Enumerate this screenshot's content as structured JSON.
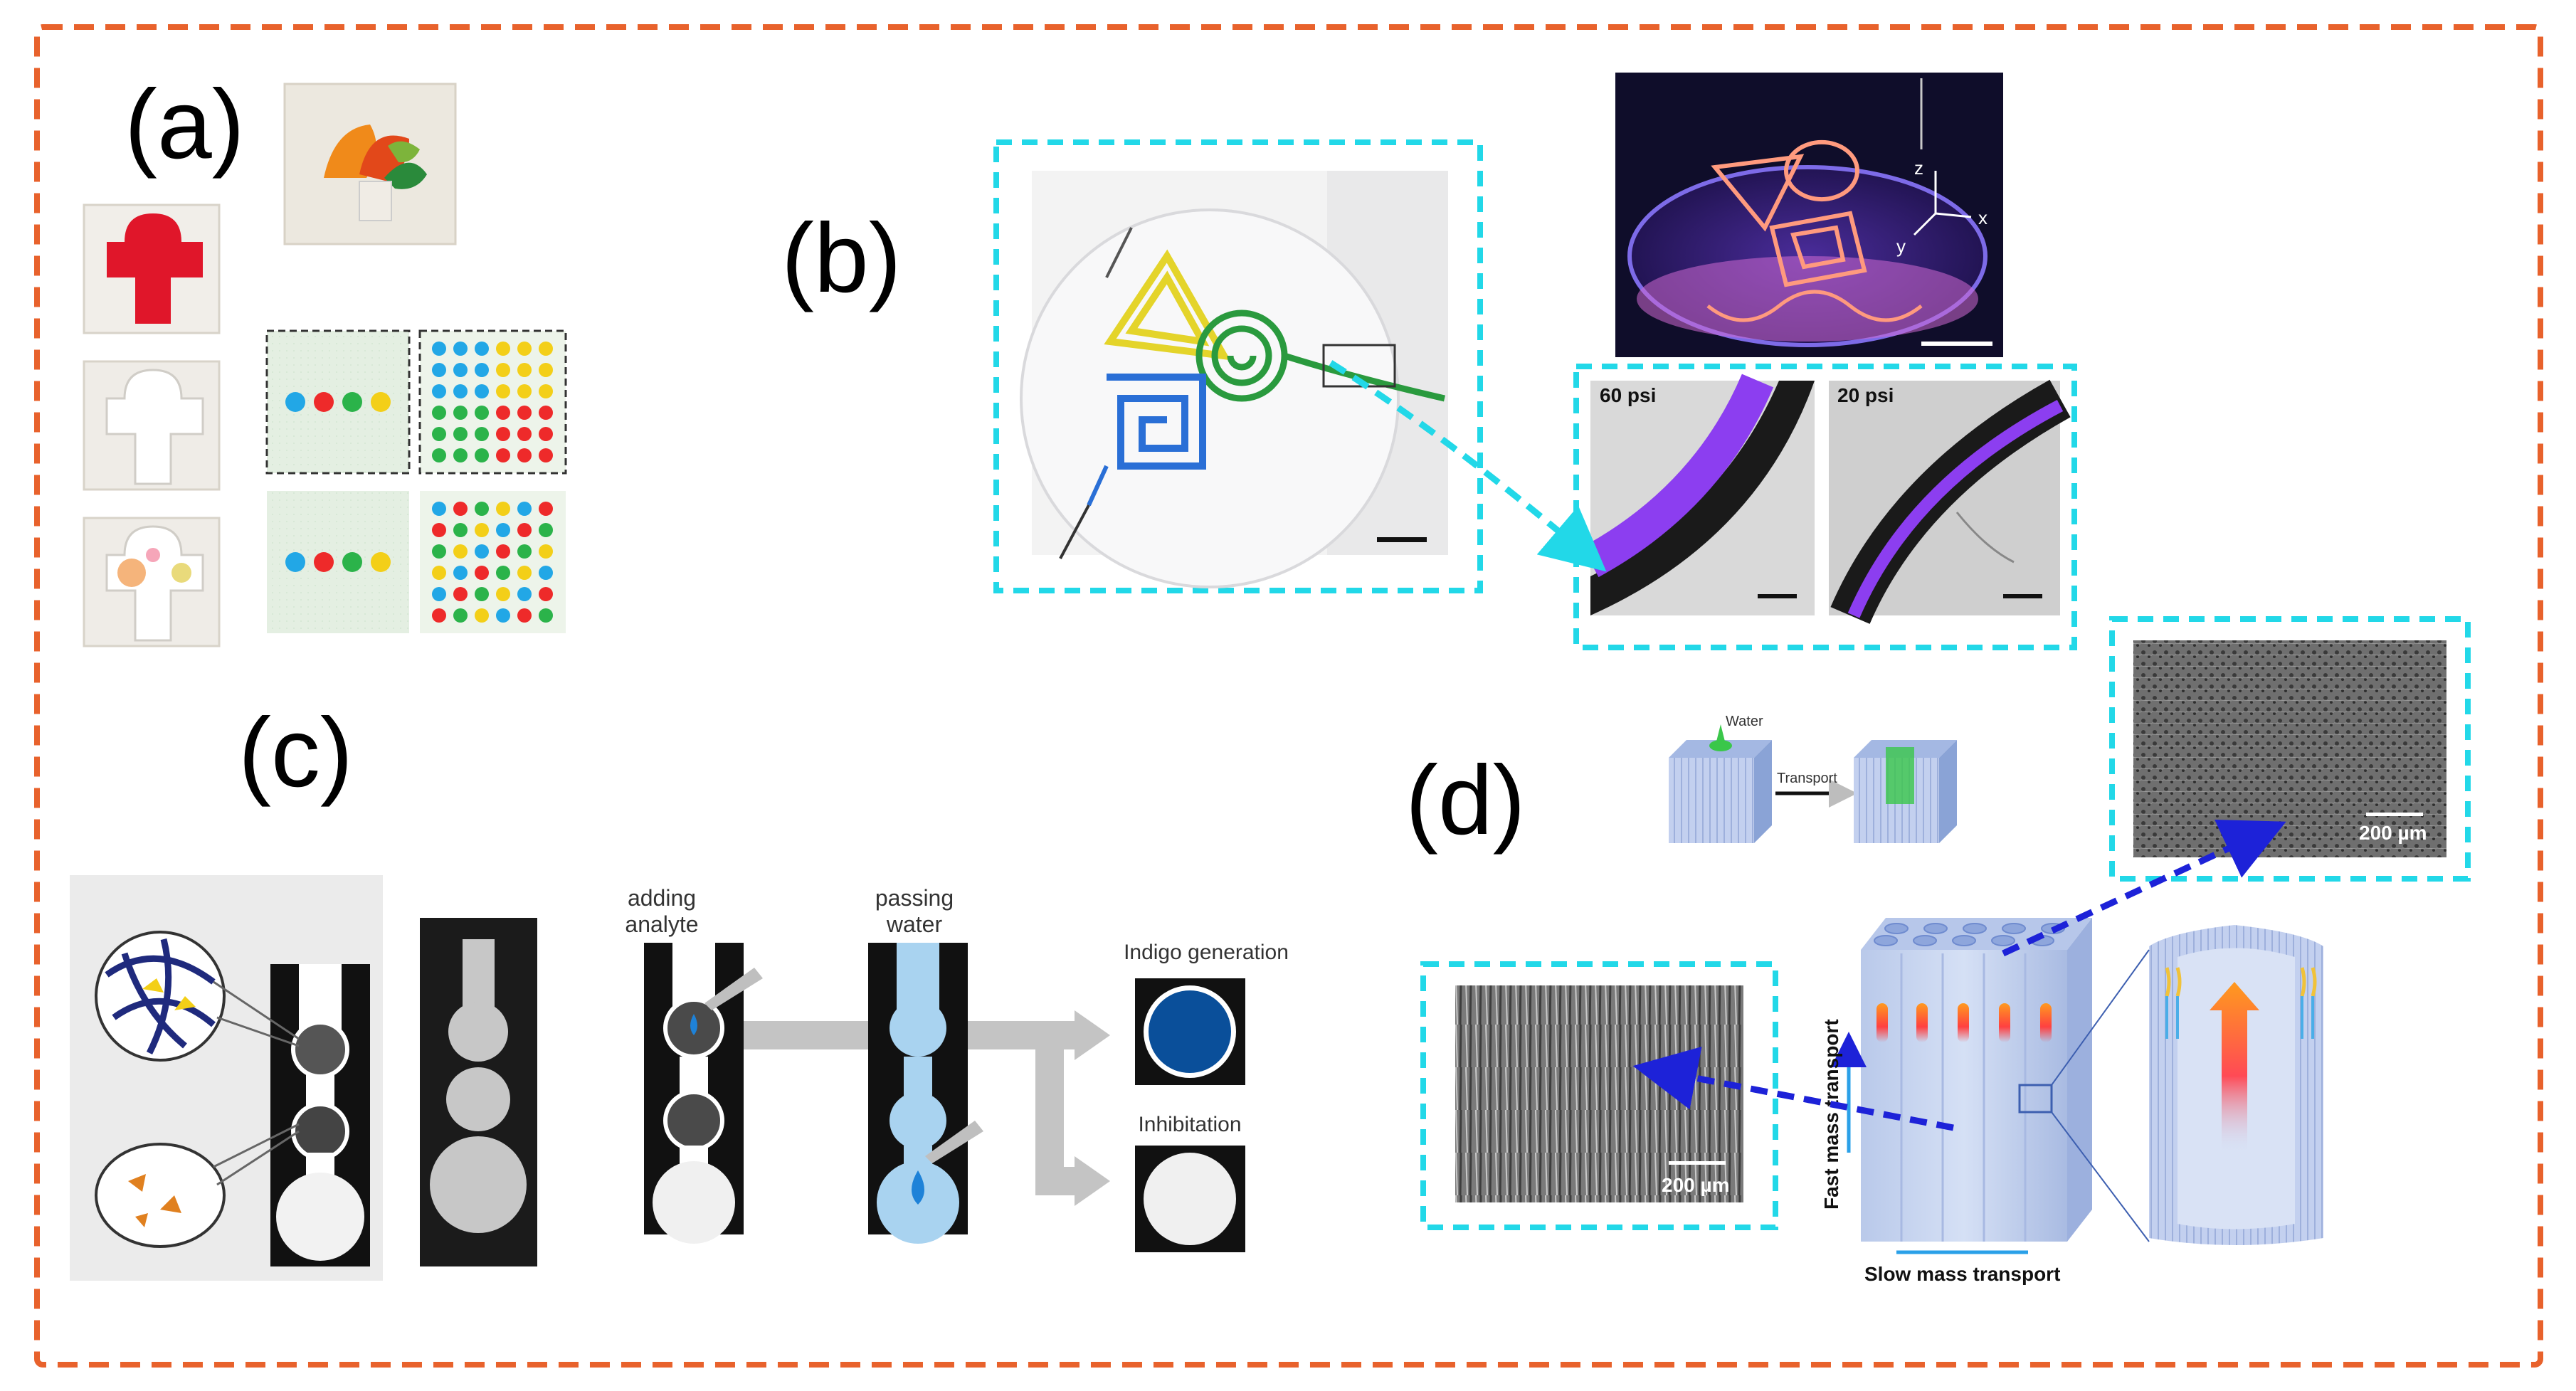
{
  "colors": {
    "outer_border": "#e8622c",
    "inset_border": "#22d8e8",
    "arrow_cyan": "#22d8e8",
    "arrow_blue": "#1d22d8"
  },
  "panels": {
    "a": {
      "label": "(a)"
    },
    "b": {
      "label": "(b)",
      "axes": {
        "z": "z",
        "x": "x",
        "y": "y"
      },
      "pressure_1": "60 psi",
      "pressure_2": "20 psi"
    },
    "c": {
      "label": "(c)",
      "step_1": [
        "adding",
        "analyte"
      ],
      "step_2": [
        "passing",
        "water"
      ],
      "outcome_1": "Indigo generation",
      "outcome_2": "Inhibitation"
    },
    "d": {
      "label": "(d)",
      "water": "Water",
      "transport": "Transport",
      "scale_1": "200 µm",
      "scale_2": "200 µm",
      "fast": "Fast mass transport",
      "slow": "Slow mass transport"
    }
  }
}
